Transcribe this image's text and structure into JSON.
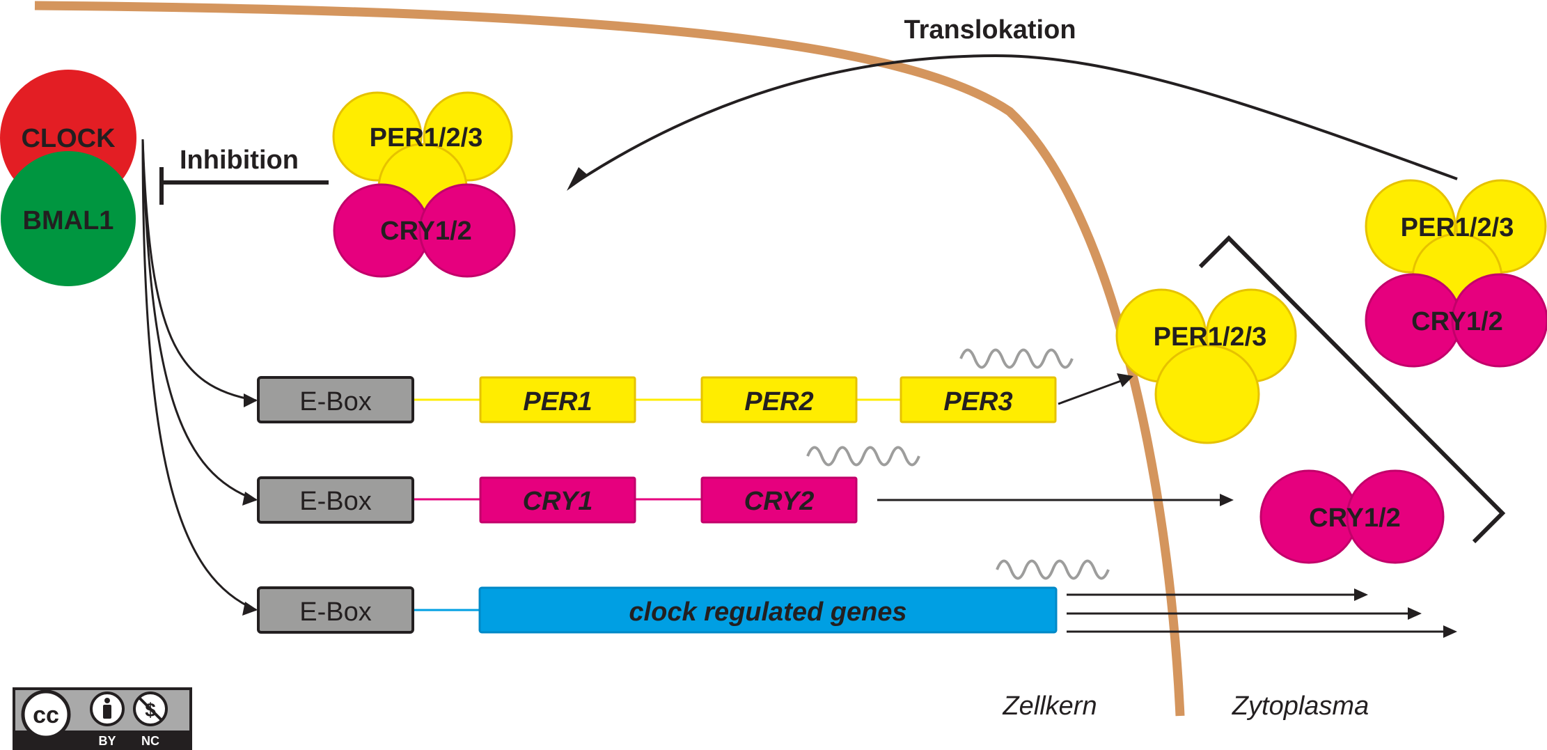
{
  "labels": {
    "clock": "CLOCK",
    "bmal1": "BMAL1",
    "inhibition": "Inhibition",
    "translocation": "Translokation",
    "nucleus": "Zellkern",
    "cytoplasm": "Zytoplasma"
  },
  "complexes": {
    "nuclear_per": "PER1/2/3",
    "nuclear_cry": "CRY1/2",
    "cyto_per": "PER1/2/3",
    "cyto_cry": "CRY1/2",
    "new_per": "PER1/2/3",
    "new_cry": "CRY1/2"
  },
  "genes": {
    "ebox": [
      "E-Box",
      "E-Box",
      "E-Box"
    ],
    "per_row": [
      "PER1",
      "PER2",
      "PER3"
    ],
    "cry_row": [
      "CRY1",
      "CRY2"
    ],
    "ccg": "clock regulated genes"
  },
  "license": {
    "cc": "cc",
    "by": "BY",
    "nc": "NC"
  },
  "colors": {
    "clock": "#e31e24",
    "bmal1": "#009640",
    "per": "#ffed00",
    "cry": "#e6007e",
    "ebox": "#9d9d9c",
    "ccg": "#009fe3",
    "membrane": "#d4955d",
    "ink": "#231f20"
  }
}
